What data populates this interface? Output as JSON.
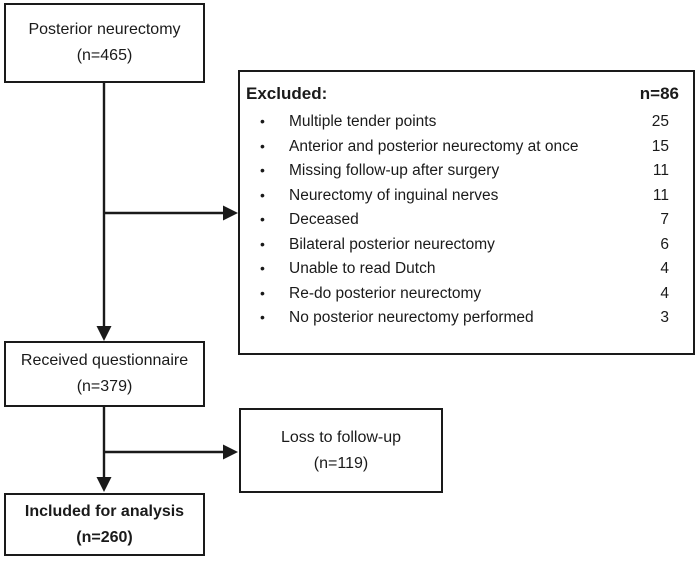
{
  "diagram": {
    "boxes": {
      "enrollment": {
        "title": "Posterior neurectomy",
        "count": "(n=465)"
      },
      "questionnaire": {
        "title": "Received questionnaire",
        "count": "(n=379)"
      },
      "loss": {
        "title": "Loss to follow-up",
        "count": "(n=119)"
      },
      "included": {
        "title": "Included for analysis",
        "count": "(n=260)"
      }
    },
    "excluded": {
      "title": "Excluded:",
      "total": "n=86",
      "bullet": "•",
      "items": [
        {
          "label": "Multiple tender points",
          "count": "25"
        },
        {
          "label": "Anterior and posterior neurectomy at once",
          "count": "15"
        },
        {
          "label": "Missing follow-up after surgery",
          "count": "11"
        },
        {
          "label": "Neurectomy of inguinal nerves",
          "count": "11"
        },
        {
          "label": "Deceased",
          "count": "7"
        },
        {
          "label": "Bilateral posterior neurectomy",
          "count": "6"
        },
        {
          "label": "Unable to read Dutch",
          "count": "4"
        },
        {
          "label": "Re-do posterior neurectomy",
          "count": "4"
        },
        {
          "label": "No posterior neurectomy performed",
          "count": "3"
        }
      ]
    },
    "colors": {
      "line": "#1a1a1a",
      "background": "#ffffff"
    }
  }
}
